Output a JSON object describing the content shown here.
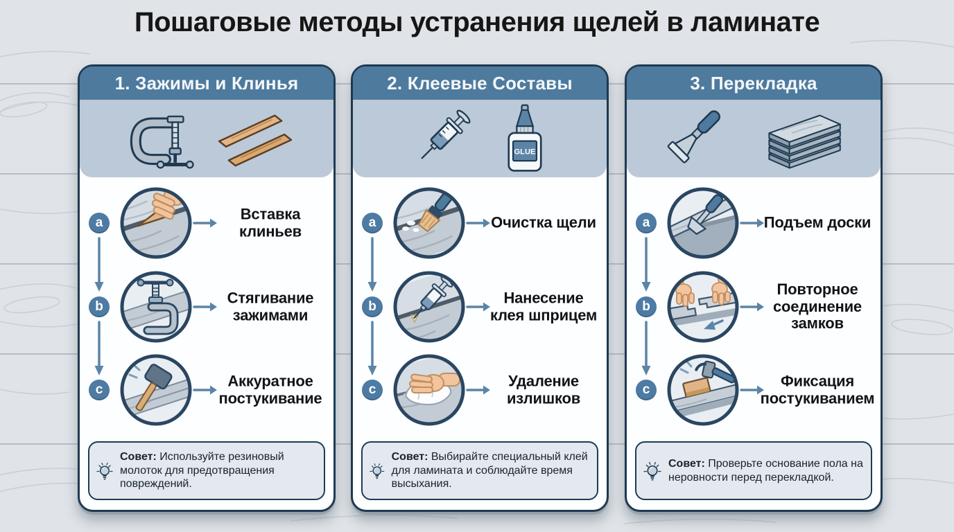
{
  "page": {
    "title": "Пошаговые методы устранения щелей в ламинате",
    "colors": {
      "background": "#e0e4e8",
      "accent_header": "#4e7a9d",
      "card_border": "#1e3a52",
      "tool_panel": "#bcc9d8",
      "step_badge": "#4d7ba3",
      "arrow": "#5b84a6",
      "tip_background": "#e3e9ef",
      "wood_tan": "#e0b182"
    }
  },
  "methods": [
    {
      "title": "1. Зажимы и Клинья",
      "tool_icons": [
        "c-clamp-icon",
        "wood-wedges-icon"
      ],
      "steps": [
        {
          "letter": "a",
          "label": "Вставка клиньев",
          "icon": "insert-wedge-icon"
        },
        {
          "letter": "b",
          "label": "Стягивание зажимами",
          "icon": "clamp-tightening-icon"
        },
        {
          "letter": "c",
          "label": "Аккуратное постукивание",
          "icon": "mallet-tapping-icon"
        }
      ],
      "tip": {
        "label": "Совет:",
        "text": "Используйте резиновый молоток для предотвращения повреждений."
      }
    },
    {
      "title": "2. Клеевые Составы",
      "tool_icons": [
        "glue-syringe-icon",
        "glue-bottle-icon"
      ],
      "glue_bottle_label": "GLUE",
      "steps": [
        {
          "letter": "a",
          "label": "Очистка щели",
          "icon": "brush-cleaning-icon"
        },
        {
          "letter": "b",
          "label": "Нанесение клея шприцем",
          "icon": "syringe-glue-icon"
        },
        {
          "letter": "c",
          "label": "Удаление излишков",
          "icon": "cloth-wiping-icon"
        }
      ],
      "tip": {
        "label": "Совет:",
        "text": "Выбирайте специальный клей для ламината и соблюдайте время высыхания."
      }
    },
    {
      "title": "3. Перекладка",
      "tool_icons": [
        "pry-scraper-icon",
        "plank-stack-icon"
      ],
      "steps": [
        {
          "letter": "a",
          "label": "Подъем доски",
          "icon": "board-lifting-icon"
        },
        {
          "letter": "b",
          "label": "Повторное соединение замков",
          "icon": "lock-rejoining-icon"
        },
        {
          "letter": "c",
          "label": "Фиксация постукиванием",
          "icon": "hammer-block-icon"
        }
      ],
      "tip": {
        "label": "Совет:",
        "text": "Проверьте основание пола на неровности перед перекладкой."
      }
    }
  ]
}
